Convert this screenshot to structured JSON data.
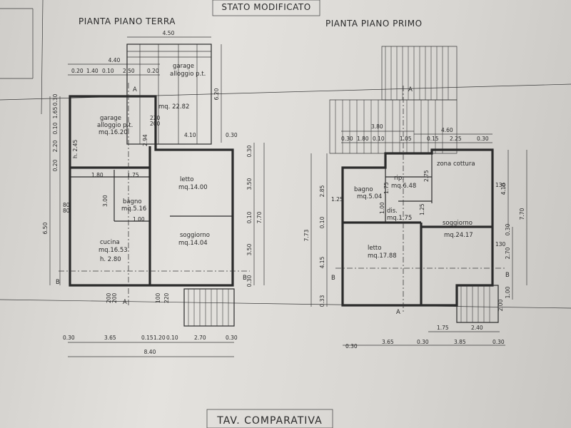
{
  "header": {
    "stato": "STATO MODIFICATO",
    "footer": "TAV. COMPARATIVA"
  },
  "ground_floor": {
    "title": "PIANTA PIANO TERRA",
    "garage_top": {
      "name": "garage",
      "line2": "alloggio p.t.",
      "area": "mq. 22.82"
    },
    "garage": {
      "name": "garage",
      "line2": "alloggio p.t.",
      "area": "mq.16.20"
    },
    "letto": {
      "name": "letto",
      "area": "mq.14.00"
    },
    "bagno": {
      "name": "bagno",
      "area": "mq.5.16"
    },
    "cucina": {
      "name": "cucina",
      "area": "mq.16.53",
      "height": "h. 2.80"
    },
    "soggiorno": {
      "name": "soggiorno",
      "area": "mq.14.04"
    },
    "h_garage": "h. 2.45",
    "dims": {
      "top_450": "4.50",
      "top_440": "4.40",
      "top_row": [
        "0.20",
        "1.40",
        "0.10",
        "2.50",
        "0.20"
      ],
      "top_620": "6.20",
      "mid_220": "220",
      "mid_200": "200",
      "mid_410": "4.10",
      "mid_030": "0.30",
      "d_294": "2.94",
      "d_180": "1.80",
      "d_175": "1.75",
      "d_300": "3.00",
      "d_100": "1.00",
      "right_350a": "3.50",
      "right_350b": "3.50",
      "right_770": "7.70",
      "right_010": "0.10",
      "right_030a": "0.30",
      "right_030b": "0.30",
      "left_650": "6.50",
      "left_220": "2.20",
      "left_020": "0.20",
      "left_010": "0.10",
      "left_165": "1.65",
      "left_030": "0.30",
      "left_080": "80",
      "left_080b": "80",
      "bottom_row": [
        "0.30",
        "3.65",
        "0.15",
        "1.20",
        "0.10",
        "2.70",
        "0.30"
      ],
      "bottom_840": "8.40",
      "door_100": "100",
      "door_200": "200",
      "door_220": "220",
      "door_200b": "200"
    },
    "section_a": "A",
    "section_b": "B"
  },
  "first_floor": {
    "title": "PIANTA PIANO PRIMO",
    "zona_cottura": {
      "name": "zona cottura"
    },
    "rip": {
      "name": "rip.",
      "area": "mq.6.48"
    },
    "bagno": {
      "name": "bagno",
      "area": "mq.5.04"
    },
    "dis": {
      "name": "dis.",
      "area": "mq.1.75"
    },
    "letto": {
      "name": "letto",
      "area": "mq.17.88"
    },
    "soggiorno": {
      "name": "soggiorno",
      "area": "mq.24.17"
    },
    "dims": {
      "top_380": "3.80",
      "top_460": "4.60",
      "top_row": [
        "0.30",
        "1.80",
        "0.10",
        "1.05",
        "0.15",
        "2.25",
        "0.30"
      ],
      "left_773": "7.73",
      "left_285": "2.85",
      "left_415": "4.15",
      "left_010": "0.10",
      "left_125": "1.25",
      "left_033": "0.33",
      "right_410": "4.10",
      "right_770": "7.70",
      "right_270": "2.70",
      "right_030": "0.30",
      "right_100": "1.00",
      "right_200": "2.00",
      "right_130": "130",
      "right_130b": "130",
      "bottom_row": [
        "0.30",
        "3.65",
        "0.30",
        "3.85",
        "0.30"
      ],
      "bottom_175": "1.75",
      "bottom_240": "2.40",
      "d_175": "1.75",
      "d_275": "2.75",
      "d_100": "1.00",
      "d_125": "1.25"
    },
    "section_a": "A",
    "section_b": "B"
  }
}
